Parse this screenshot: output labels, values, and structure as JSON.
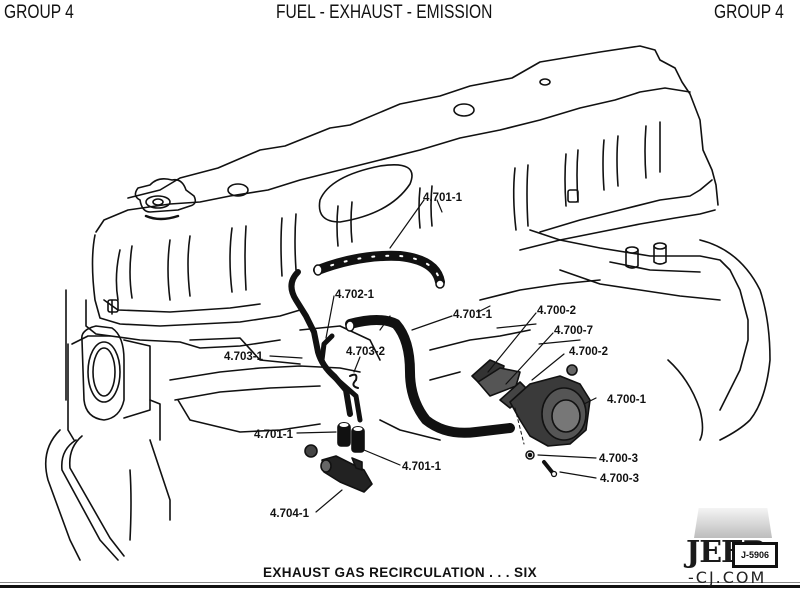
{
  "header": {
    "left": "GROUP 4",
    "title": "FUEL - EXHAUST - EMISSION",
    "right": "GROUP 4"
  },
  "callouts": [
    {
      "id": "c1",
      "text": "4.701-1",
      "part": "hose-upper"
    },
    {
      "id": "c2",
      "text": "4.702-1",
      "part": "tube"
    },
    {
      "id": "c3",
      "text": "4.701-1",
      "part": "hose-long"
    },
    {
      "id": "c4",
      "text": "4.703-1",
      "part": "tube-left"
    },
    {
      "id": "c5",
      "text": "4.703-2",
      "part": "clip"
    },
    {
      "id": "c6",
      "text": "4.700-2",
      "part": "gasket-upper"
    },
    {
      "id": "c7",
      "text": "4.700-7",
      "part": "spacer"
    },
    {
      "id": "c8",
      "text": "4.700-2",
      "part": "gasket-lower"
    },
    {
      "id": "c9",
      "text": "4.700-1",
      "part": "egr-valve"
    },
    {
      "id": "c10",
      "text": "4.701-1",
      "part": "hose-short-left"
    },
    {
      "id": "c11",
      "text": "4.701-1",
      "part": "hose-short-right"
    },
    {
      "id": "c12",
      "text": "4.700-3",
      "part": "washer"
    },
    {
      "id": "c13",
      "text": "4.700-3",
      "part": "bolt"
    },
    {
      "id": "c14",
      "text": "4.704-1",
      "part": "thermal-switch"
    }
  ],
  "caption": "EXHAUST GAS RECIRCULATION . . . SIX",
  "watermark": {
    "brand": "JEEP",
    "domain": "-CJ.COM",
    "badge": "J-5906"
  }
}
